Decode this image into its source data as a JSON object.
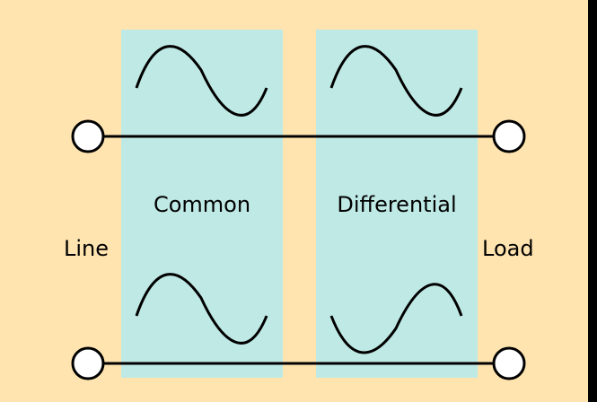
{
  "bands": {
    "common": {
      "label": "Common",
      "fill": "#bfe9e5"
    },
    "differential": {
      "label": "Differential",
      "fill": "#bfe9e5"
    }
  },
  "terminals": {
    "line_label": "Line",
    "load_label": "Load"
  },
  "colors": {
    "background": "#ffe4b0",
    "band": "#bfe9e5",
    "stroke": "#000000",
    "terminal_fill": "#ffffff"
  },
  "waveforms": {
    "common_top": "sine-up-first",
    "common_bottom": "sine-up-first",
    "differential_top": "sine-up-first",
    "differential_bottom": "sine-down-first"
  }
}
